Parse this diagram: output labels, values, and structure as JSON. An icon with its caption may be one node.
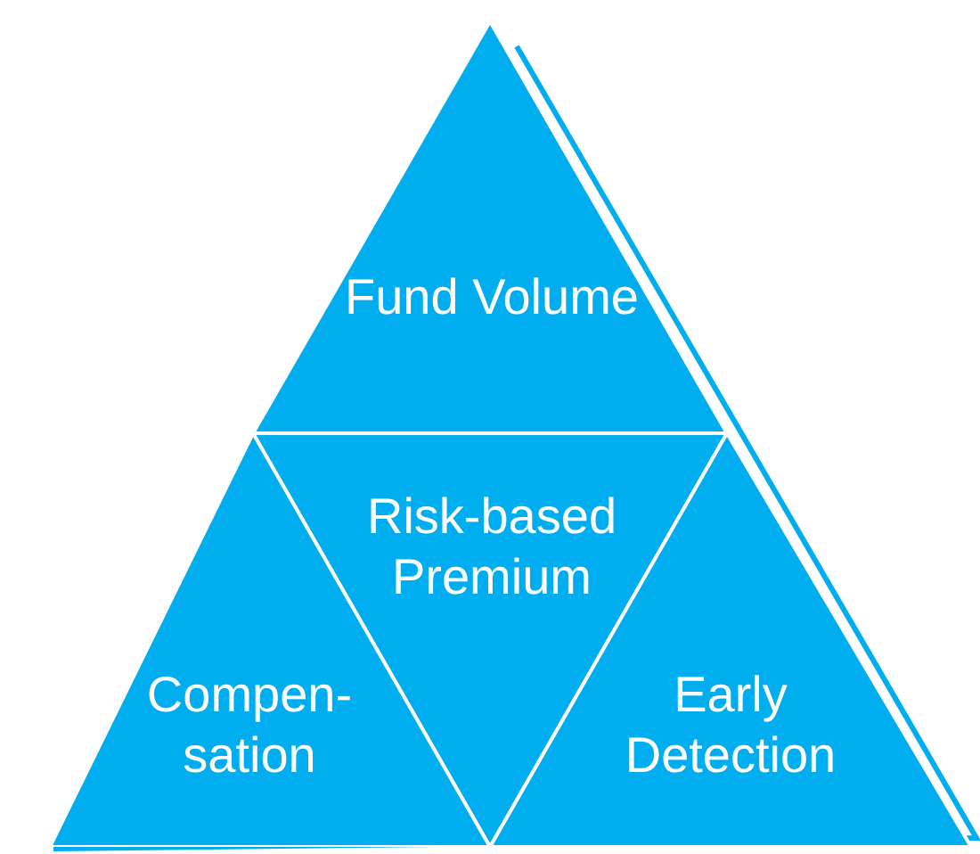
{
  "diagram": {
    "nodes": [
      {
        "text": [
          "Fund Volume"
        ]
      },
      {
        "text": [
          "Risk-based Premium"
        ]
      },
      {
        "text": [
          "Compen- sation"
        ]
      },
      {
        "text": [
          "Early Detection"
        ]
      }
    ],
    "edges": []
  }
}
